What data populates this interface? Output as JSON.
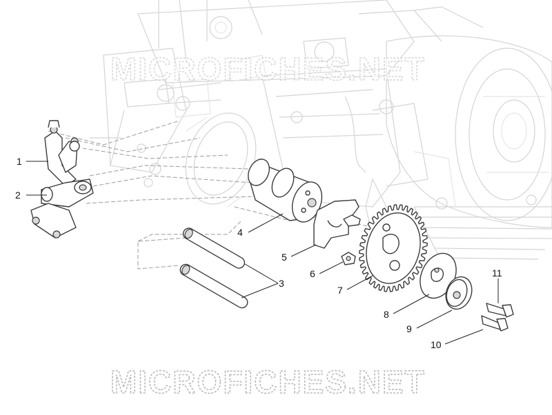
{
  "watermark": "MICROFICHES.NET",
  "callouts": [
    {
      "id": "1",
      "label": "1"
    },
    {
      "id": "2",
      "label": "2"
    },
    {
      "id": "3",
      "label": "3"
    },
    {
      "id": "4",
      "label": "4"
    },
    {
      "id": "5",
      "label": "5"
    },
    {
      "id": "6",
      "label": "6"
    },
    {
      "id": "7",
      "label": "7"
    },
    {
      "id": "8",
      "label": "8"
    },
    {
      "id": "9",
      "label": "9"
    },
    {
      "id": "10",
      "label": "10"
    },
    {
      "id": "11",
      "label": "11"
    }
  ]
}
